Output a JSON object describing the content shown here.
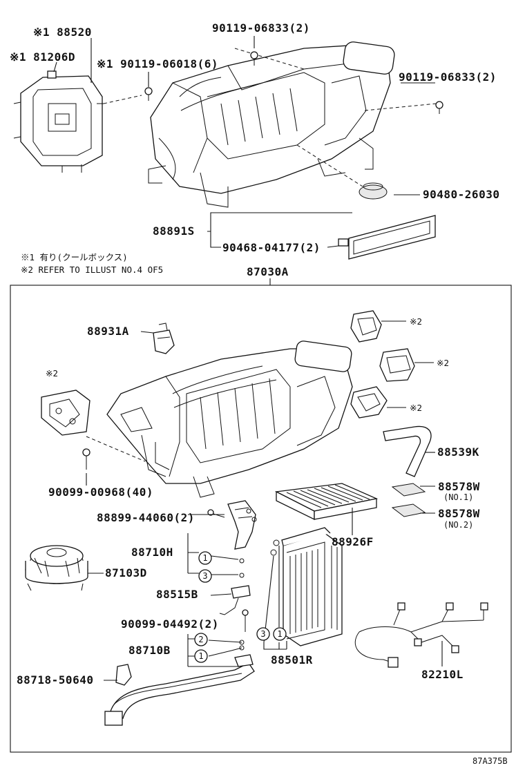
{
  "labels": {
    "p88520": "※1 88520",
    "p81206d": "※1 81206D",
    "p90119_06018": "※1 90119-06018(6)",
    "p90119_06833_top": "90119-06833(2)",
    "p90119_06833_right": "90119-06833(2)",
    "p90480": "90480-26030",
    "p88891s": "88891S",
    "p90468": "90468-04177(2)",
    "note1": "※1 有り(クールボックス)",
    "note2": "※2 REFER TO ILLUST NO.4 OF5",
    "p87030a": "87030A",
    "p88931a": "88931A",
    "ref_a": "※2",
    "ref_b": "※2",
    "ref_c": "※2",
    "ref_d": "※2",
    "p88539k": "88539K",
    "p90099_00968": "90099-00968(40)",
    "p88578w_1": "88578W",
    "no1": "(NO.1)",
    "p88578w_2": "88578W",
    "no2": "(NO.2)",
    "p88899": "88899-44060(2)",
    "p88926f": "88926F",
    "p88710h": "88710H",
    "p87103d": "87103D",
    "p88515b": "88515B",
    "p90099_04492": "90099-04492(2)",
    "p88710b": "88710B",
    "p88501r": "88501R",
    "p88718": "88718-50640",
    "p82210l": "82210L",
    "c1a": "1",
    "c3a": "3",
    "c2b": "2",
    "c1b": "1",
    "c3c": "3",
    "c1c": "1",
    "drawing_code": "87A375B"
  }
}
